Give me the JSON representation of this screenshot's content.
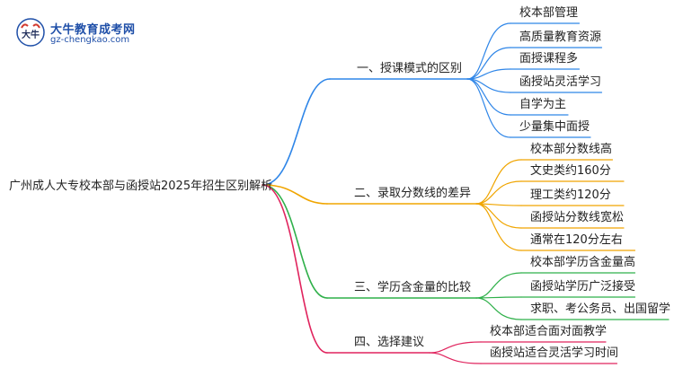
{
  "logo": {
    "name": "大牛教育成考网",
    "url": "gz-chengkao.com",
    "icon": "bull-logo-icon",
    "mark_text": "大牛"
  },
  "root": "广州成人大专校本部与函授站2025年招生区别解析",
  "branches": [
    {
      "label": "一、授课模式的区别",
      "color": "#2f86e8",
      "leaves": [
        "校本部管理",
        "高质量教育资源",
        "面授课程多",
        "函授站灵活学习",
        "自学为主",
        "少量集中面授"
      ]
    },
    {
      "label": "二、录取分数线的差异",
      "color": "#f0a500",
      "leaves": [
        "校本部分数线高",
        "文史类约160分",
        "理工类约120分",
        "函授站分数线宽松",
        "通常在120分左右"
      ]
    },
    {
      "label": "三、学历含金量的比较",
      "color": "#2fb04a",
      "leaves": [
        "校本部学历含金量高",
        "函授站学历广泛接受",
        "求职、考公务员、出国留学"
      ]
    },
    {
      "label": "四、选择建议",
      "color": "#e0245e",
      "leaves": [
        "校本部适合面对面教学",
        "函授站适合灵活学习时间"
      ]
    }
  ]
}
